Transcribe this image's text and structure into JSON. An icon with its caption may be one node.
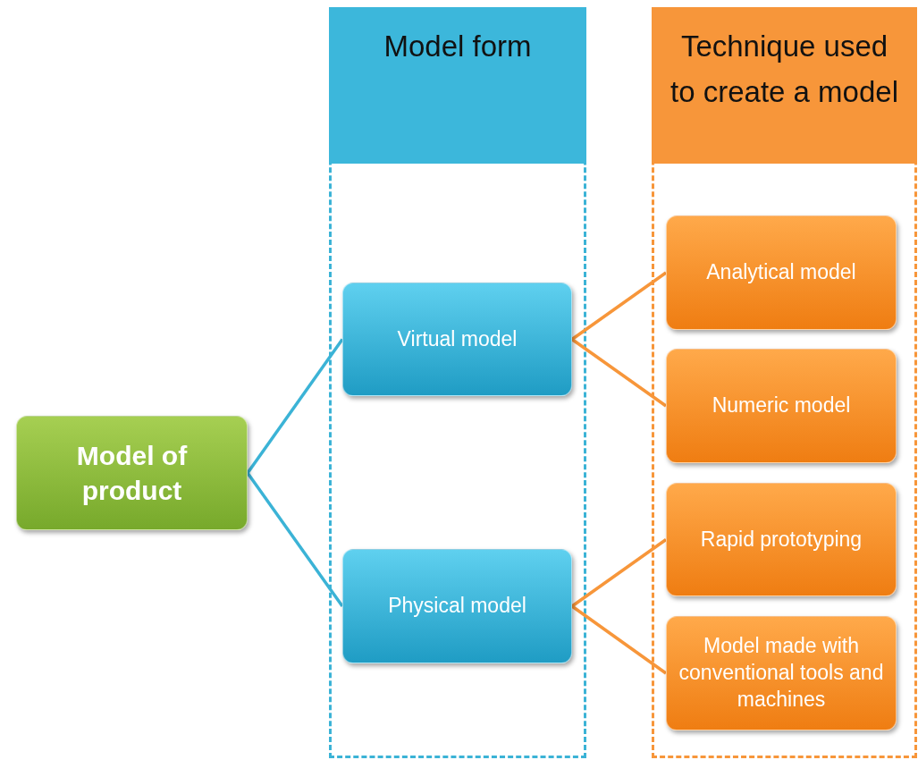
{
  "diagram": {
    "nodes": [
      {
        "text": [
          "Model form"
        ]
      },
      {
        "text": [
          "Technique used to create a model"
        ]
      },
      {
        "text": [
          "Model of product"
        ]
      },
      {
        "text": [
          "Virtual model"
        ],
        "in": 0
      },
      {
        "text": [
          "Physical model"
        ],
        "in": 0
      },
      {
        "text": [
          "Analytical model"
        ],
        "in": 1
      },
      {
        "text": [
          "Numeric model"
        ],
        "in": 1
      },
      {
        "text": [
          "Rapid prototyping"
        ],
        "in": 1
      },
      {
        "text": [
          "Model made with conventional tools and machines"
        ],
        "in": 1
      }
    ],
    "edges": [
      {
        "from": 2,
        "to": 3,
        "arrow": "none",
        "color": "#3bb3d6"
      },
      {
        "from": 2,
        "to": 4,
        "arrow": "none",
        "color": "#3bb3d6"
      },
      {
        "from": 3,
        "to": 5,
        "arrow": "none"
      },
      {
        "from": 3,
        "to": 6,
        "arrow": "none"
      },
      {
        "from": 4,
        "to": 7,
        "arrow": "none"
      },
      {
        "from": 4,
        "to": 8,
        "arrow": "none"
      }
    ]
  }
}
